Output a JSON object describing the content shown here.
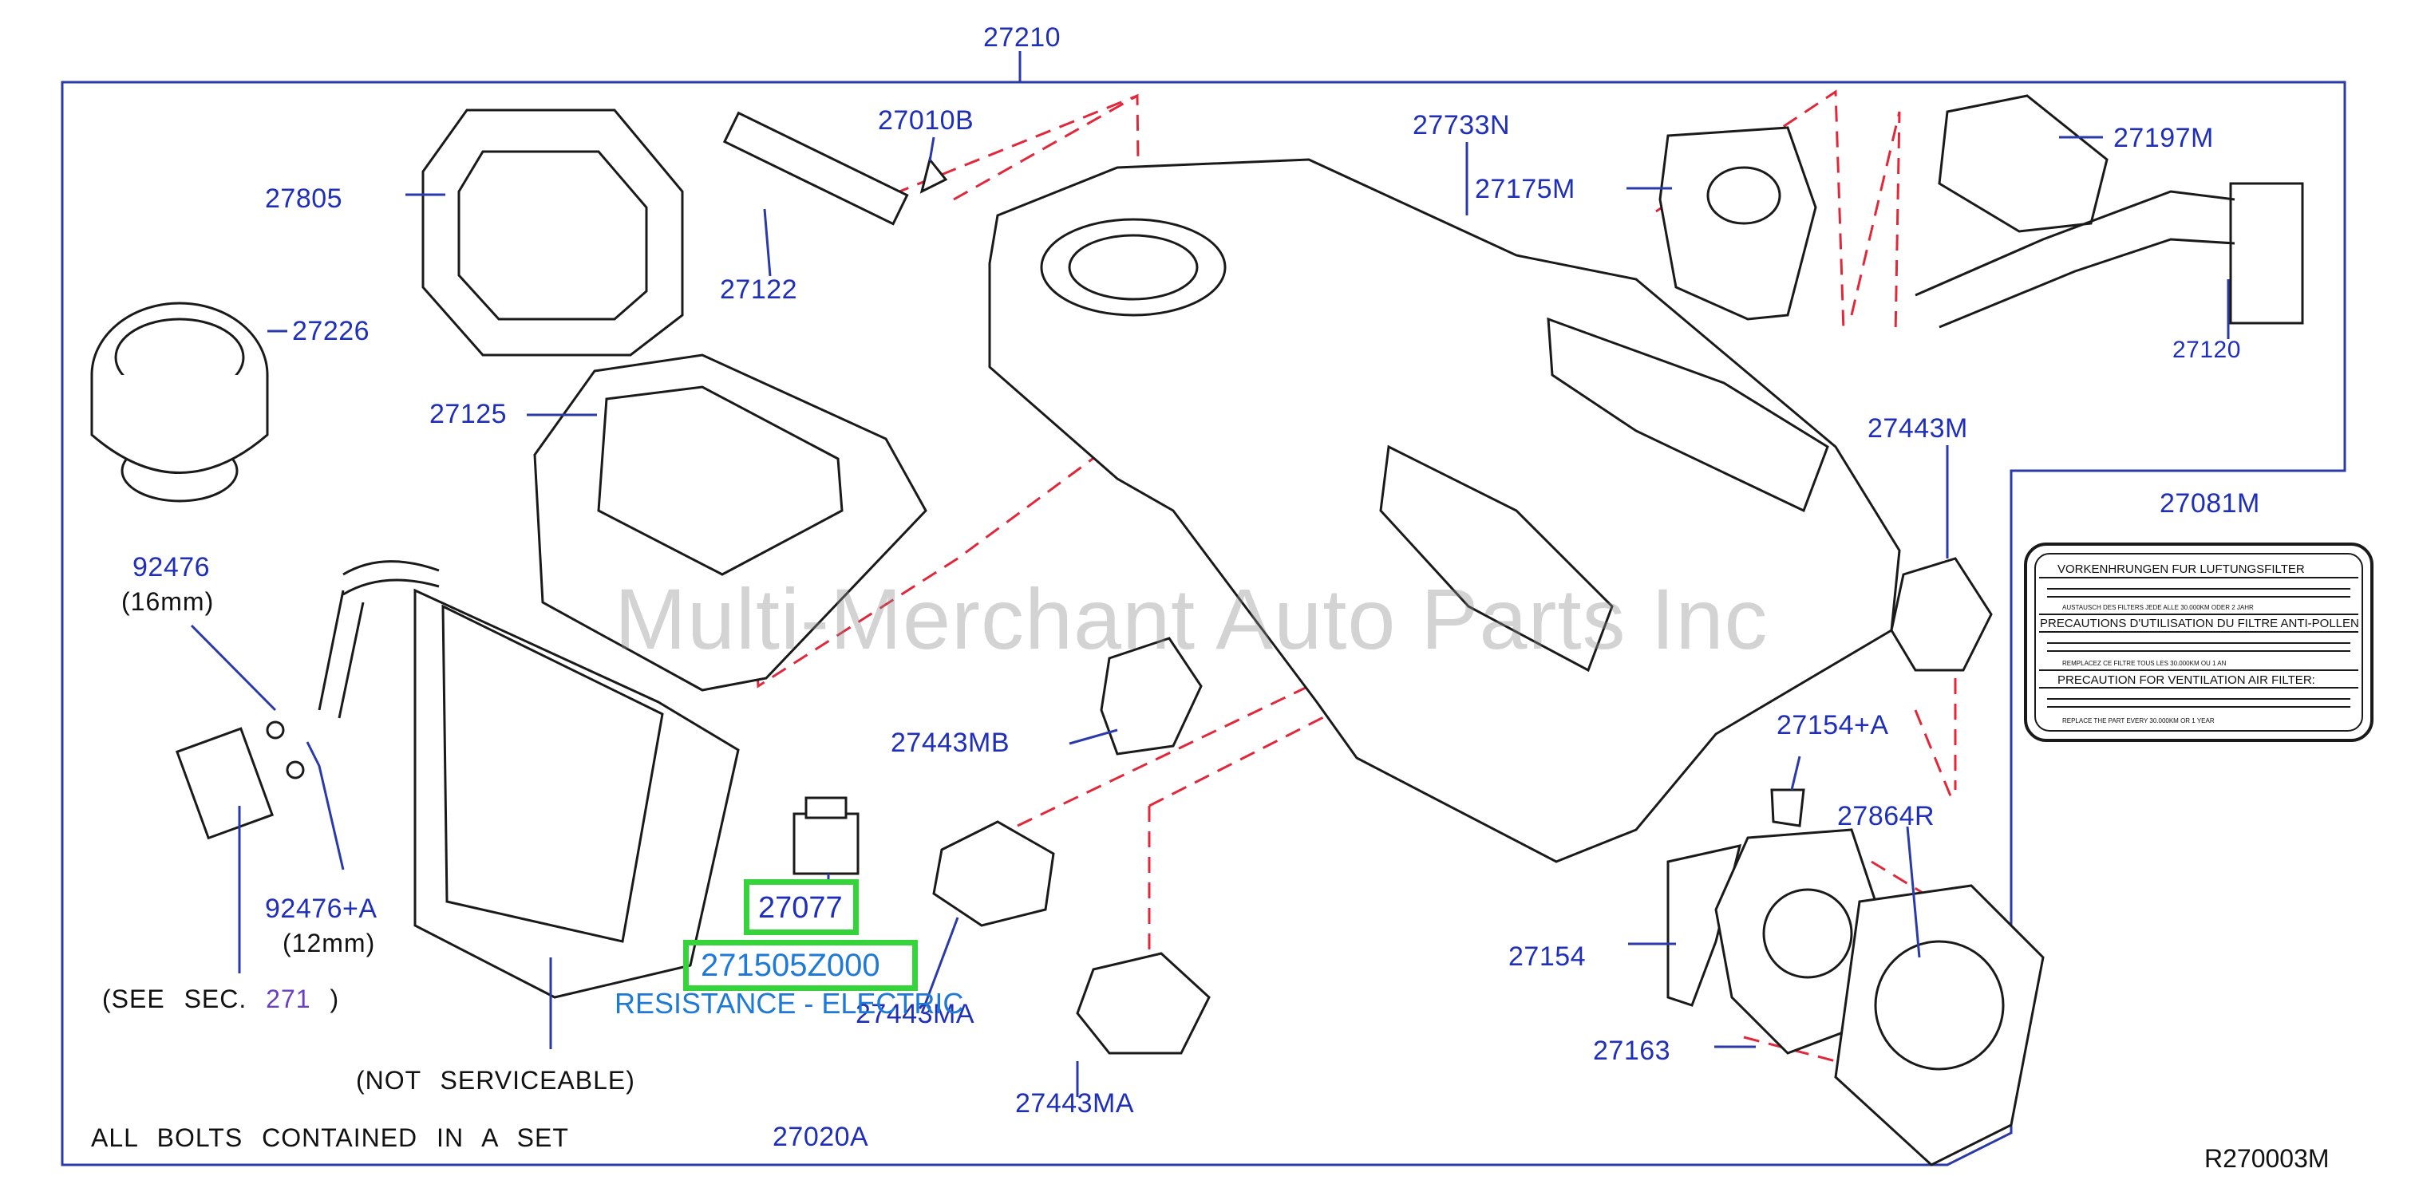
{
  "diagram": {
    "assembly_label": "27210",
    "reference_code": "R270003M",
    "watermark": "Multi-Merchant Auto Parts Inc",
    "parts": {
      "p27010B": "27010B",
      "p27733N": "27733N",
      "p27175M": "27175M",
      "p27197M": "27197M",
      "p27805": "27805",
      "p27122": "27122",
      "p27226": "27226",
      "p27120": "27120",
      "p27125": "27125",
      "p27443M": "27443M",
      "p27081M": "27081M",
      "p92476": "92476",
      "p27443MB": "27443MB",
      "p27154A": "27154+A",
      "p27864R": "27864R",
      "p92476A": "92476+A",
      "p27154": "27154",
      "p27443MA_1": "27443MA",
      "p27163": "27163",
      "p27443MA_2": "27443MA",
      "p27020A": "27020A"
    },
    "notes": {
      "size16": "(16mm)",
      "size12": "(12mm)",
      "see_sec_prefix": "(SEE SEC.",
      "see_sec_num": "271",
      "see_sec_suffix": ")",
      "not_serviceable": "(NOT SERVICEABLE)",
      "all_bolts": "ALL BOLTS CONTAINED IN A SET"
    },
    "highlights": {
      "part1": "27077",
      "part2": "271505Z000",
      "part2_desc": "RESISTANCE - ELECTRIC"
    },
    "filter_label": {
      "row1_head": "VORKENHRUNGEN FUR LUFTUNGSFILTER",
      "row1_fine": "AUSTAUSCH DES FILTERS JEDE ALLE 30.000KM ODER 2 JAHR",
      "row2_head": "PRECAUTIONS D'UTILISATION DU FILTRE ANTI-POLLEN",
      "row2_fine": "REMPLACEZ CE FILTRE TOUS LES 30.000KM OU 1 AN",
      "row3_head": "PRECAUTION FOR VENTILATION AIR FILTER:",
      "row3_fine": "REPLACE THE PART EVERY 30.000KM OR 1 YEAR"
    },
    "colors": {
      "label_blue": "#1f2fb8",
      "leader_blue": "#2a3aa8",
      "dashed_red": "#e0283a",
      "highlight_green": "#35d43a",
      "desc_blue": "#1f7ad6"
    }
  }
}
